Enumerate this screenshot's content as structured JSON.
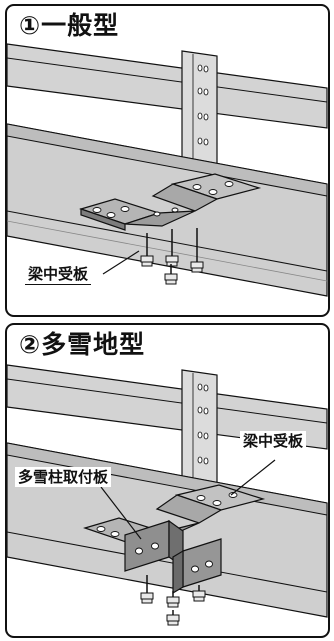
{
  "panels": [
    {
      "title": "①一般型",
      "labels": [
        "梁中受板"
      ]
    },
    {
      "title": "②多雪地型",
      "labels": [
        "梁中受板",
        "多雪柱取付板"
      ]
    }
  ]
}
